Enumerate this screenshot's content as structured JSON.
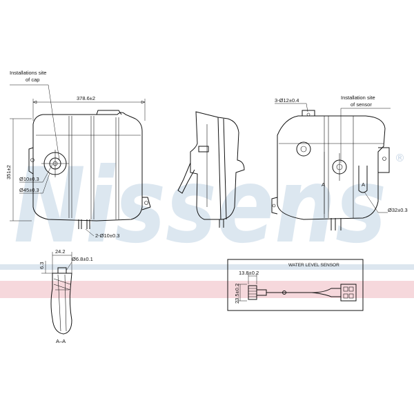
{
  "brand": {
    "name": "Nissens",
    "registered_mark": "®",
    "stripe_colors": {
      "blue": "#dce6ef",
      "red": "#f6d8dc"
    }
  },
  "front_view": {
    "cap_site_label": "Installations site of cap",
    "width_dim": "378.6±2",
    "height_dim": "351±2",
    "bore_dim": "Ø10±0.3",
    "cap_dim": "Ø45±0.3",
    "pin_dim": "2-Ø10±0.3"
  },
  "rear_view": {
    "boss_dim": "3-Ø12±0.4",
    "sensor_site_label": "Installation site of sensor",
    "section_mark": "A",
    "port_dim": "Ø32±0.3"
  },
  "section_detail": {
    "top_dim": "24.2",
    "side_dim": "6.3",
    "hole_dim": "Ø6.8±0.1",
    "caption": "A–A"
  },
  "sensor_box": {
    "title": "WATER LEVEL SENSOR",
    "len_dim": "13.8±0.2",
    "dia_dim": "23.5±0.2"
  }
}
